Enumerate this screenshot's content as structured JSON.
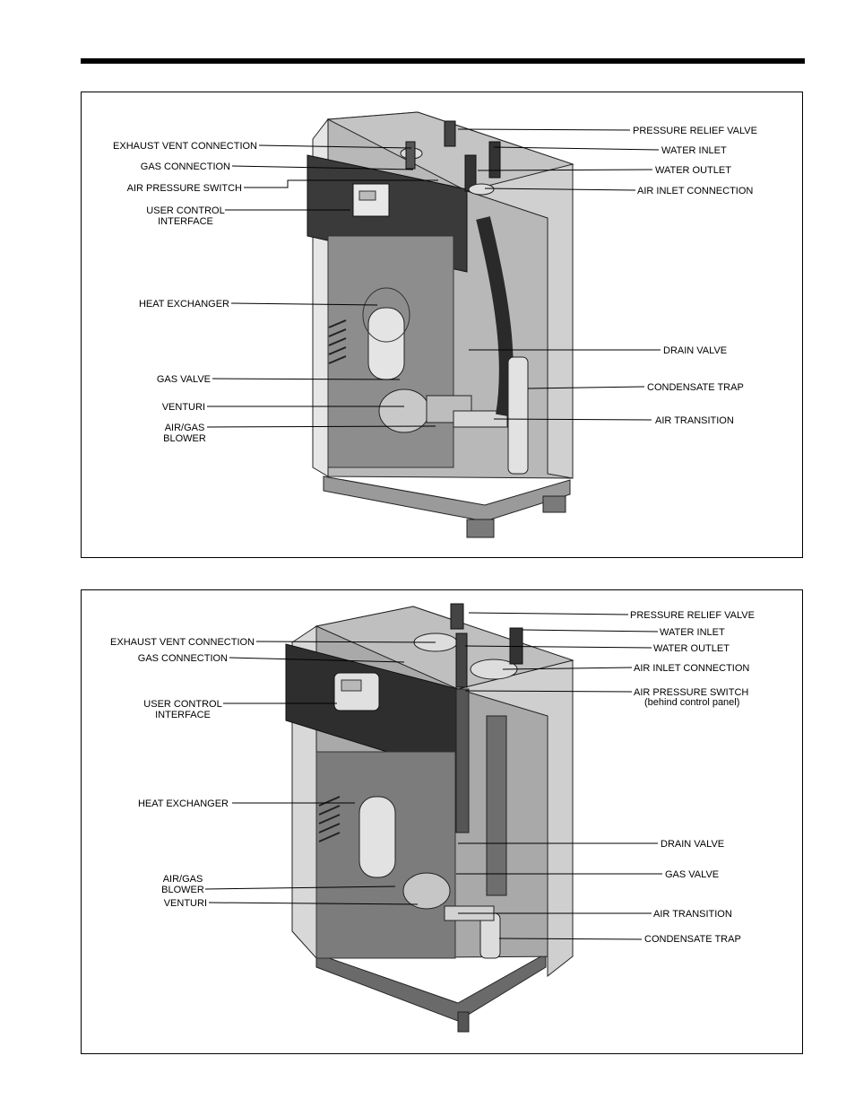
{
  "figure_top": {
    "labels_left": {
      "exhaust_vent": "EXHAUST VENT CONNECTION",
      "gas_connection": "GAS CONNECTION",
      "air_pressure_switch": "AIR PRESSURE SWITCH",
      "user_control_line1": "USER CONTROL",
      "user_control_line2": "INTERFACE",
      "heat_exchanger": "HEAT EXCHANGER",
      "gas_valve": "GAS VALVE",
      "venturi": "VENTURI",
      "blower_line1": "AIR/GAS",
      "blower_line2": "BLOWER"
    },
    "labels_right": {
      "pressure_relief_valve": "PRESSURE RELIEF VALVE",
      "water_inlet": "WATER INLET",
      "water_outlet": "WATER OUTLET",
      "air_inlet": "AIR INLET CONNECTION",
      "drain_valve": "DRAIN VALVE",
      "condensate_trap": "CONDENSATE TRAP",
      "air_transition": "AIR TRANSITION"
    }
  },
  "figure_bottom": {
    "labels_left": {
      "exhaust_vent": "EXHAUST VENT CONNECTION",
      "gas_connection": "GAS CONNECTION",
      "user_control_line1": "USER CONTROL",
      "user_control_line2": "INTERFACE",
      "heat_exchanger": "HEAT EXCHANGER",
      "blower_line1": "AIR/GAS",
      "blower_line2": "BLOWER",
      "venturi": "VENTURI"
    },
    "labels_right": {
      "pressure_relief_valve": "PRESSURE RELIEF VALVE",
      "water_inlet": "WATER INLET",
      "water_outlet": "WATER OUTLET",
      "air_inlet": "AIR INLET CONNECTION",
      "air_pressure_switch_line1": "AIR PRESSURE SWITCH",
      "air_pressure_switch_line2": "(behind control panel)",
      "drain_valve": "DRAIN VALVE",
      "gas_valve": "GAS VALVE",
      "air_transition": "AIR TRANSITION",
      "condensate_trap": "CONDENSATE TRAP"
    }
  }
}
